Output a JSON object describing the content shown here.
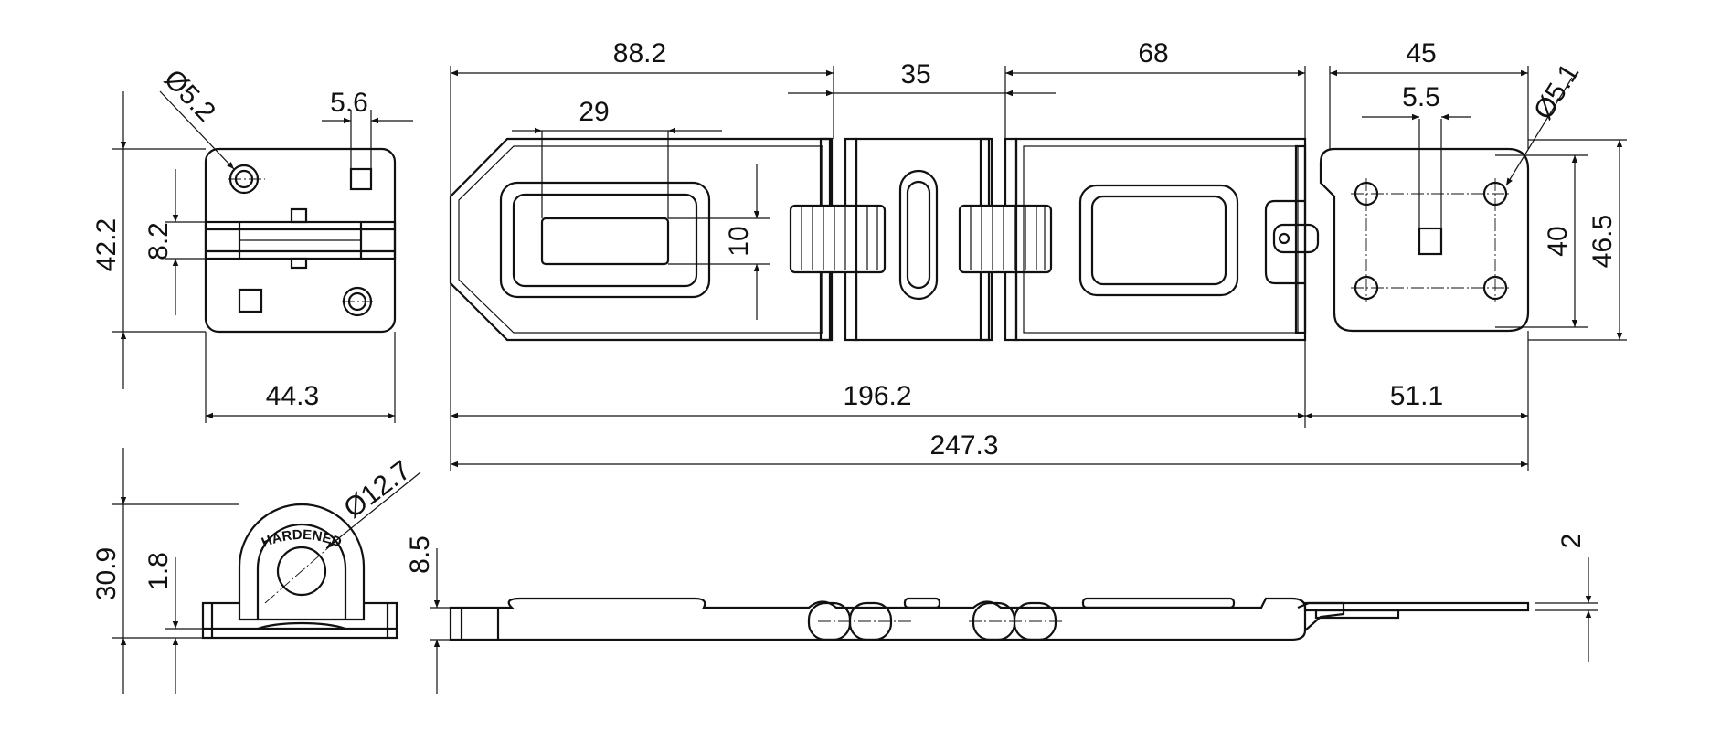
{
  "drawing_title": "",
  "colors": {
    "line": "#111111",
    "background": "#ffffff"
  },
  "dimensions": {
    "top_total_length": "88.2",
    "hinge_width": "35",
    "staple_section": "68",
    "staple_plate_width": "45",
    "slot_length": "29",
    "slot_height": "10",
    "staple_slot_width": "5.5",
    "plate_hole_dia": "Ø5.1",
    "plate_hole_spacing": "40",
    "plate_height": "46.5",
    "hasp_length": "196.2",
    "plate_length": "51.1",
    "overall_length": "247.3",
    "end_view_hole_dia": "Ø5.2",
    "end_view_square": "5.6",
    "end_view_height": "42.2",
    "end_view_pin": "8.2",
    "end_view_width": "44.3",
    "side_height": "30.9",
    "side_plate_thickness": "1.8",
    "eye_dia": "Ø12.7",
    "side_profile_height": "8.5",
    "plate_thickness": "2"
  },
  "marking": "HARDENED"
}
